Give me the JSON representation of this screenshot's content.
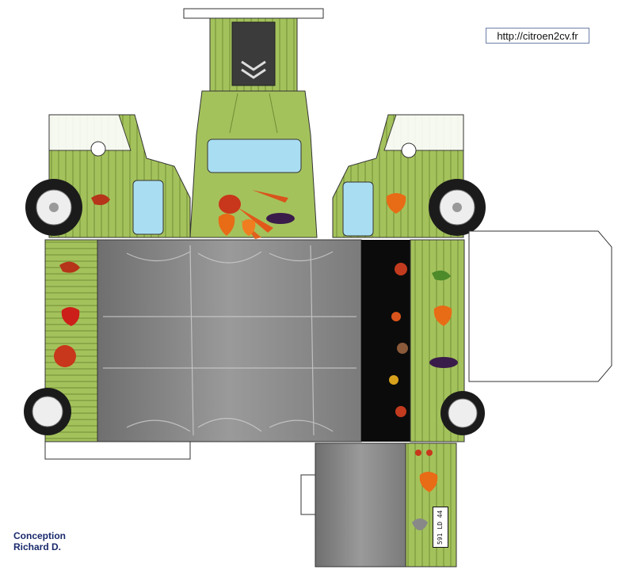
{
  "website_url": "http://citroen2cv.fr",
  "credit": {
    "line1": "Conception",
    "line2": "Richard D."
  },
  "license_plate": "591 LD 44",
  "colors": {
    "body_green": "#a4c25c",
    "body_green_dark": "#7d9a3c",
    "tarp_gray": "#8e8e8e",
    "window_blue": "#a9def2",
    "tire_black": "#1b1b1b",
    "outline": "#2a2a2a"
  },
  "icons": [
    "pepper-icon",
    "tomato-icon",
    "eggplant-icon",
    "carrot-icon",
    "chili-icon",
    "wheel-icon",
    "headlight-icon",
    "grille-icon"
  ]
}
